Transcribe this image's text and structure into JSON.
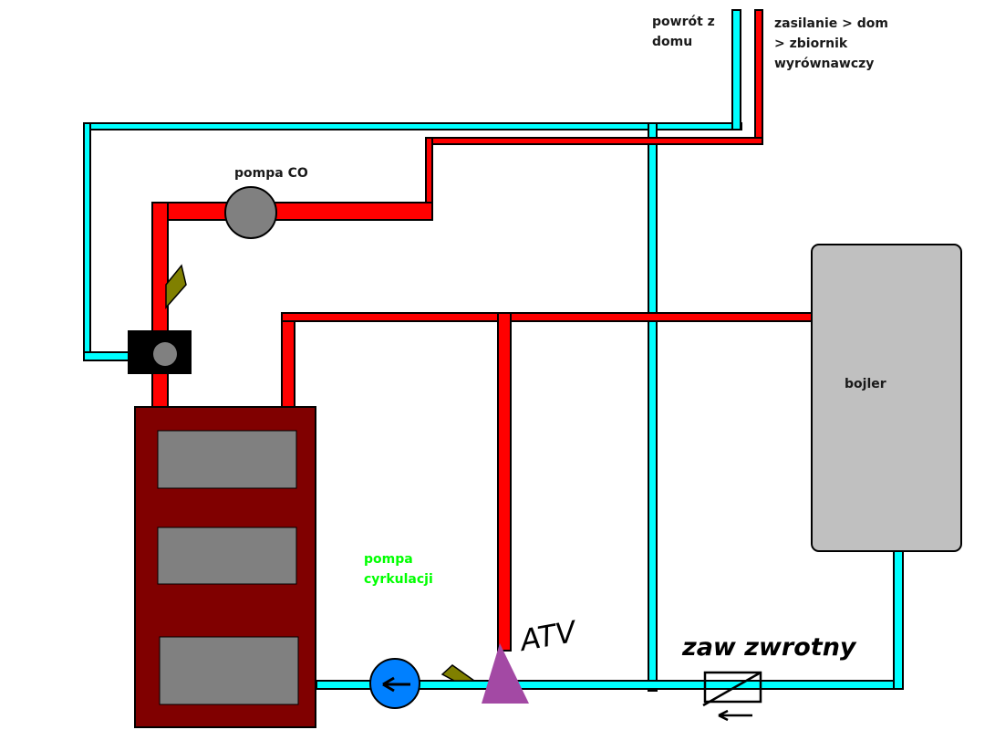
{
  "labels": {
    "return_from_house": "powrót z\ndomu",
    "supply": "zasilanie > dom\n> zbiornik\nwyrównawczy",
    "co_pump": "pompa CO",
    "boiler_tank": "bojler",
    "circulation_pump": "pompa\ncyrkulacji",
    "atv": "ATV",
    "check_valve": "zaw zwrotny"
  },
  "colors": {
    "hot_pipe": "#ff0000",
    "cold_pipe": "#00ffff",
    "boiler": "#800000",
    "boiler_door": "#808080",
    "tank": "#c0c0c0",
    "circulation_pump": "#0080ff",
    "atv_valve": "#a349a4",
    "damper": "#808000",
    "circulation_label": "#00ff00"
  }
}
